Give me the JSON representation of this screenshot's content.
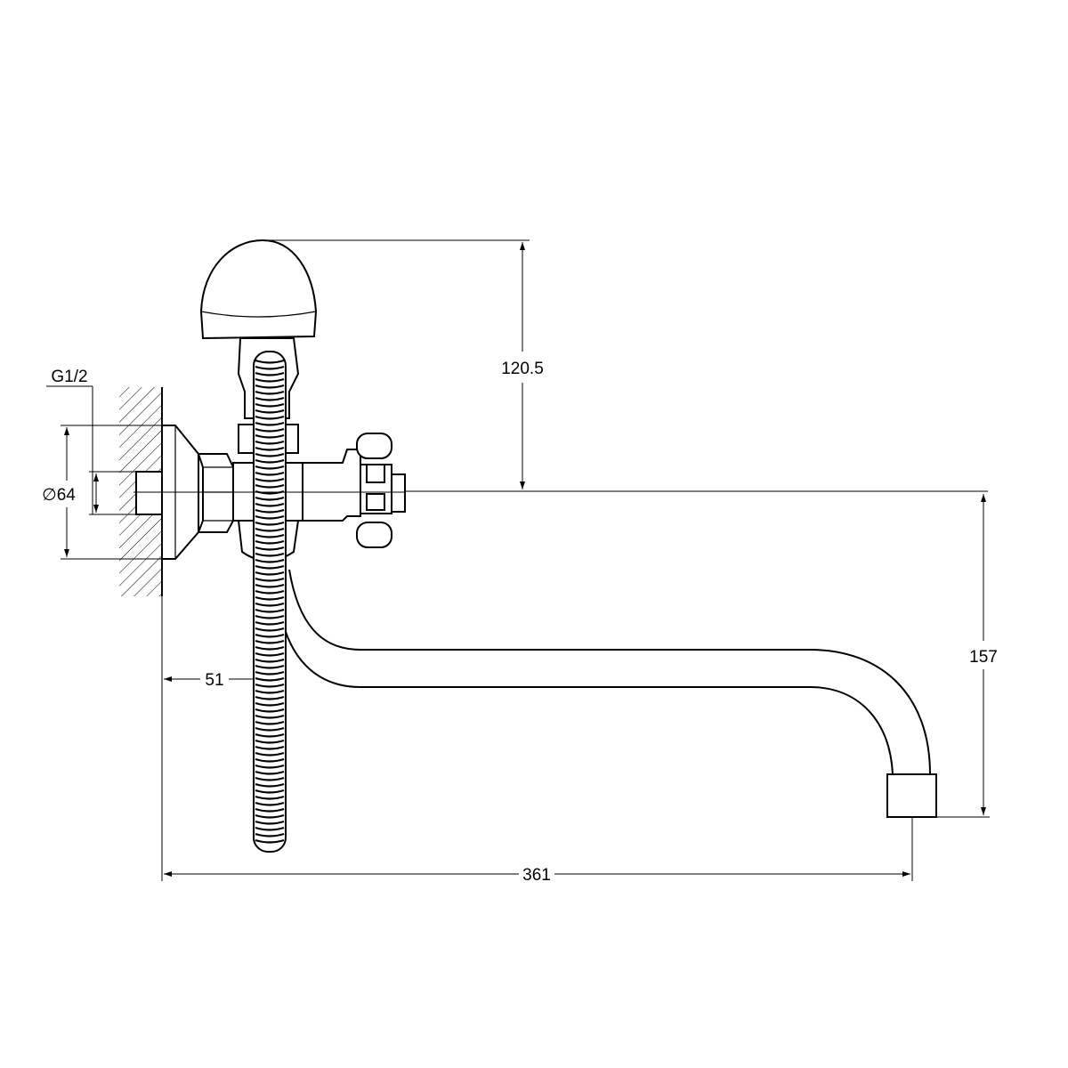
{
  "dimensions": {
    "thread": "G1/2",
    "flange_diameter": "∅64",
    "shower_height": "120.5",
    "spout_drop": "157",
    "wall_offset": "51",
    "spout_reach": "361"
  }
}
